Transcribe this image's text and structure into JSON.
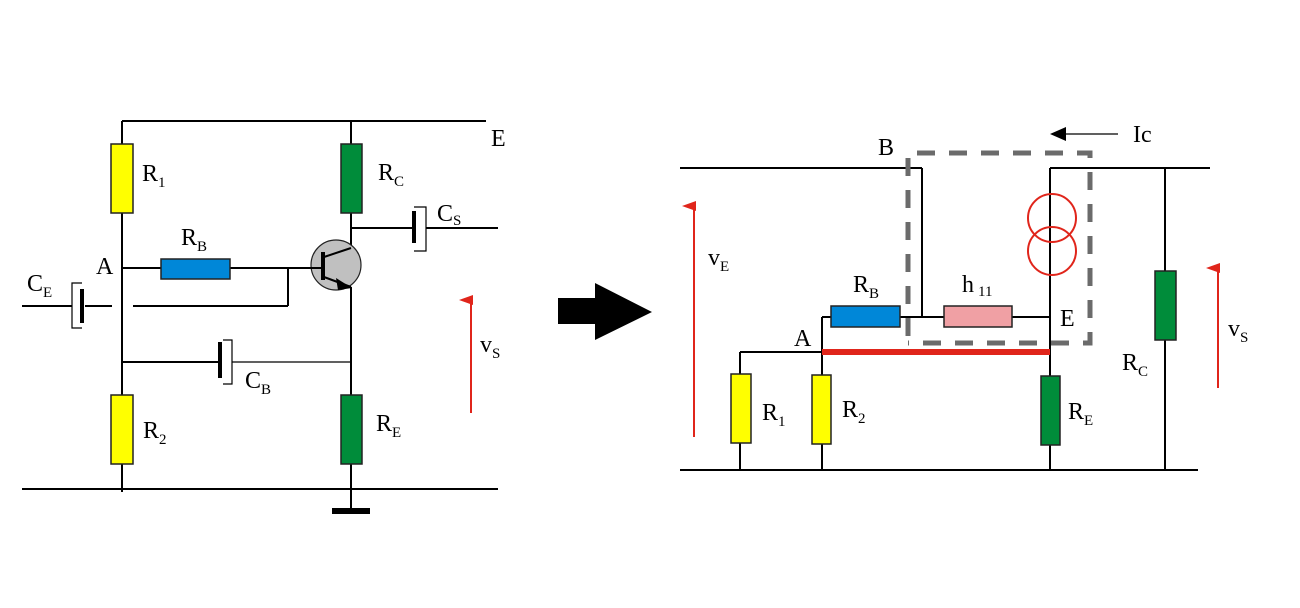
{
  "colors": {
    "resistor_yellow": "#ffff00",
    "resistor_green": "#008c3a",
    "resistor_blue": "#0087d8",
    "resistor_pink": "#f0a0a4",
    "arrow_red": "#e0251b",
    "dashed_box": "#6b6b6b",
    "transistor_fill": "#c0c0c0"
  },
  "left_circuit": {
    "labels": {
      "R1": {
        "main": "R",
        "sub": "1"
      },
      "R2": {
        "main": "R",
        "sub": "2"
      },
      "RB": {
        "main": "R",
        "sub": "B"
      },
      "RC": {
        "main": "R",
        "sub": "C"
      },
      "RE": {
        "main": "R",
        "sub": "E"
      },
      "CE": {
        "main": "C",
        "sub": "E"
      },
      "CB": {
        "main": "C",
        "sub": "B"
      },
      "CS": {
        "main": "C",
        "sub": "S"
      },
      "node_A": "A",
      "node_E": "E",
      "vS": {
        "main": "v",
        "sub": "S"
      }
    }
  },
  "transform_arrow": "arrow-right",
  "right_circuit": {
    "labels": {
      "node_B": "B",
      "node_A": "A",
      "node_E": "E",
      "Ic": "Ic",
      "vE": {
        "main": "v",
        "sub": "E"
      },
      "vS": {
        "main": "v",
        "sub": "S"
      },
      "RB": {
        "main": "R",
        "sub": "B"
      },
      "h11": {
        "main": "h",
        "sub": "11"
      },
      "R1": {
        "main": "R",
        "sub": "1"
      },
      "R2": {
        "main": "R",
        "sub": "2"
      },
      "RE": {
        "main": "R",
        "sub": "E"
      },
      "RC": {
        "main": "R",
        "sub": "C"
      }
    }
  }
}
